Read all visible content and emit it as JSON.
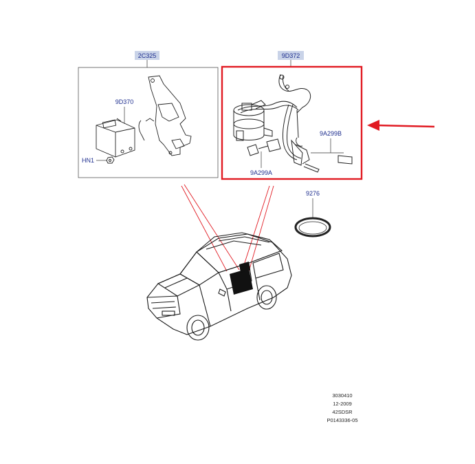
{
  "labels": {
    "bracket_assembly": "2C325",
    "fuel_pump_module": "9D372",
    "control_module": "9D370",
    "nut": "HN1",
    "sender_a": "9A299A",
    "sender_b": "9A299B",
    "lock_ring": "9276"
  },
  "reference": {
    "line1": "3030410",
    "line2": "12-2009",
    "line3": "42SDSR",
    "line4": "P0143336-05"
  },
  "colors": {
    "highlight": "#e11a22",
    "label_text": "#1f2f8f",
    "label_bg": "#c9d3e8",
    "line": "#1a1a1a"
  }
}
